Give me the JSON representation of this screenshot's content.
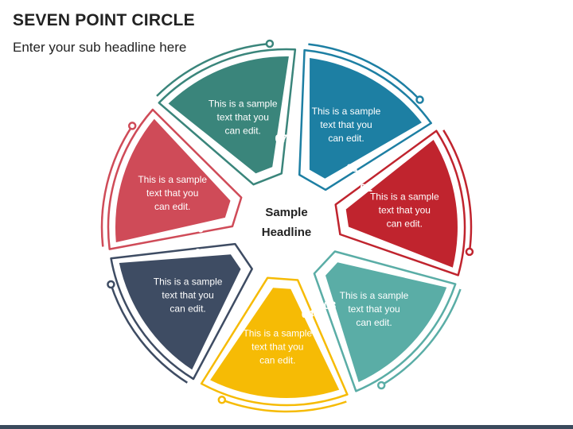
{
  "header": {
    "title": "SEVEN POINT CIRCLE",
    "subtitle": "Enter your sub headline here"
  },
  "center": {
    "line1": "Sample",
    "line2": "Headline"
  },
  "segments": [
    {
      "number": "01",
      "lines": [
        "This is a sample",
        "text that you",
        "can edit."
      ],
      "color": "#1d7fa3"
    },
    {
      "number": "02",
      "lines": [
        "This is a sample",
        "text that you",
        "can edit."
      ],
      "color": "#c0242e"
    },
    {
      "number": "03",
      "lines": [
        "This is a sample",
        "text that you",
        "can edit."
      ],
      "color": "#5aada6"
    },
    {
      "number": "04",
      "lines": [
        "This is a sample",
        "text that you",
        "can edit."
      ],
      "color": "#f6bb05"
    },
    {
      "number": "05",
      "lines": [
        "This is a sample",
        "text that you",
        "can edit."
      ],
      "color": "#3e4c63"
    },
    {
      "number": "06",
      "lines": [
        "This is a sample",
        "text that you",
        "can edit."
      ],
      "color": "#cf4b58"
    },
    {
      "number": "07",
      "lines": [
        "This is a sample",
        "text that you",
        "can edit."
      ],
      "color": "#3a857b"
    }
  ]
}
